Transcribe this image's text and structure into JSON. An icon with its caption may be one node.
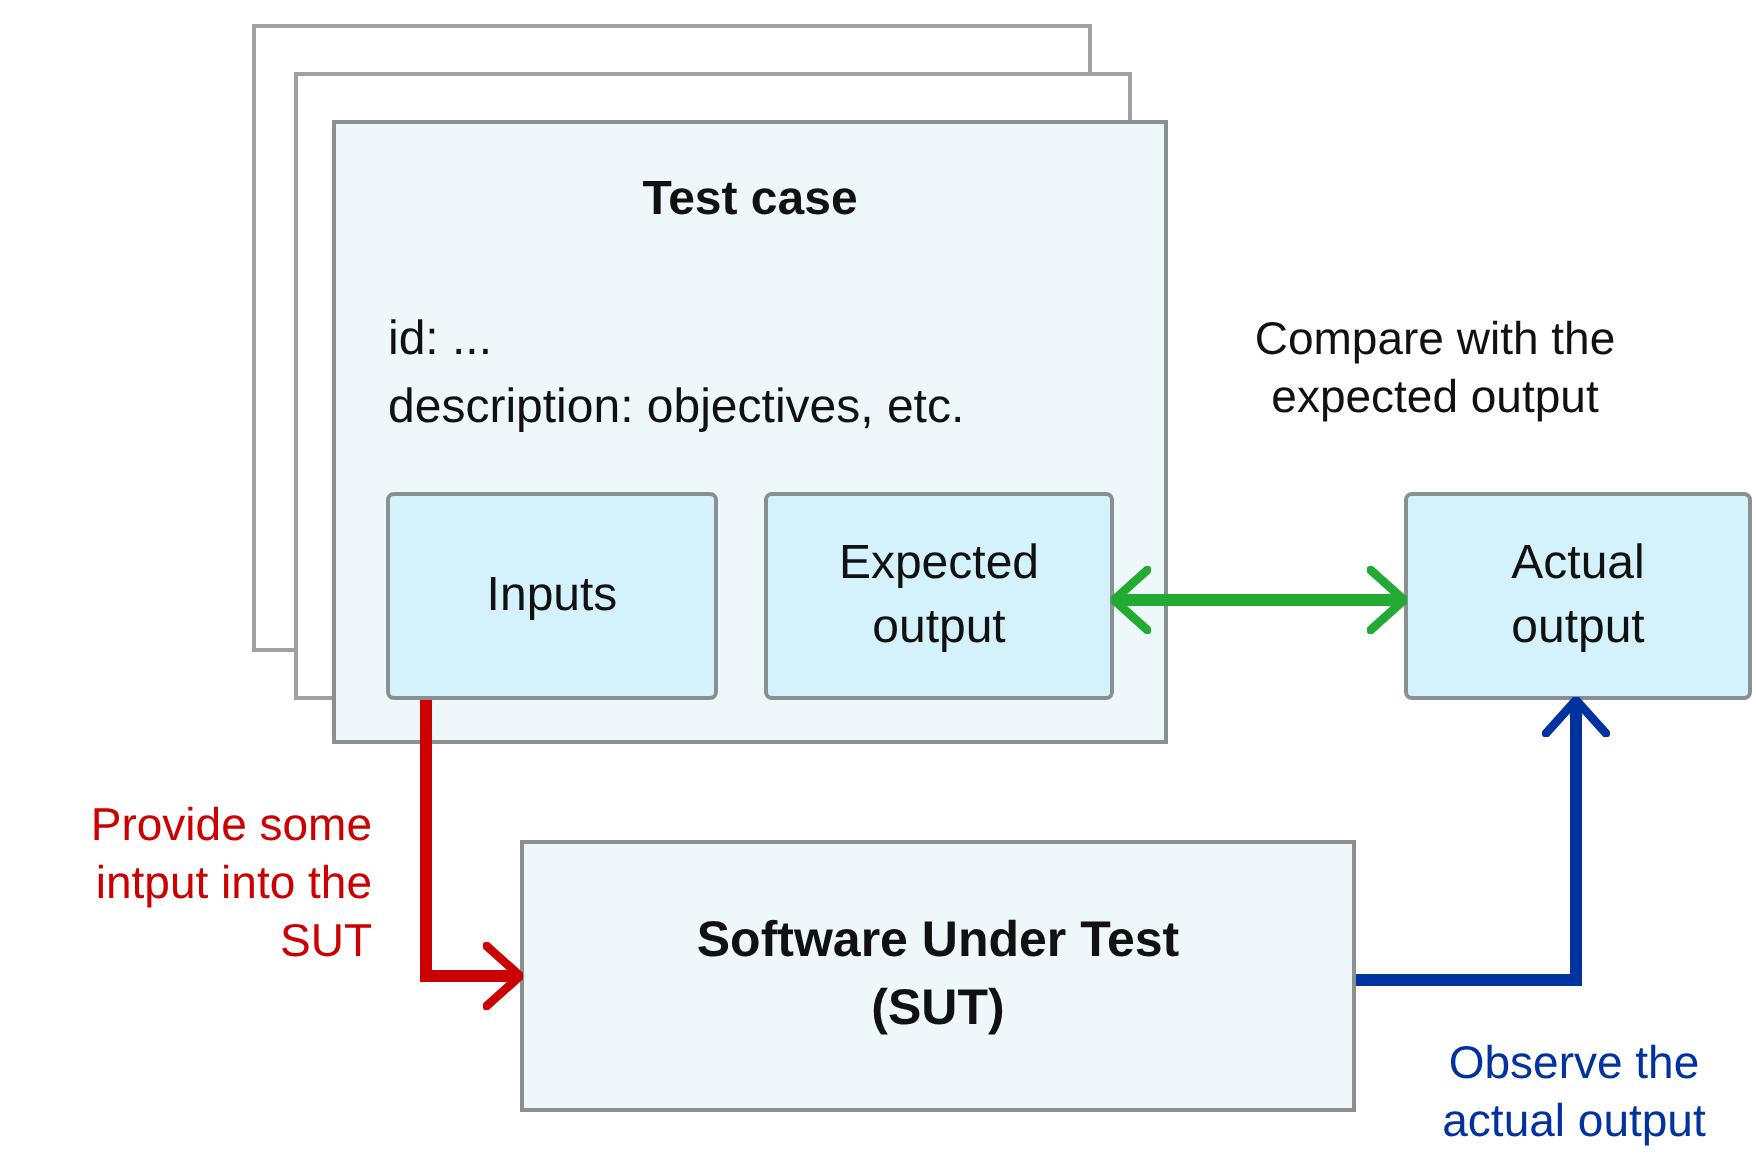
{
  "diagram": {
    "nodes": [
      {
        "text": [
          "Test case",
          "id: ...",
          "description: objectives, etc."
        ]
      },
      {
        "text": [
          "Inputs"
        ],
        "in": 0
      },
      {
        "text": [
          "Expected output"
        ],
        "in": 0
      },
      {
        "text": [
          "Actual output"
        ]
      },
      {
        "text": [
          "Software Under Test (SUT)"
        ]
      }
    ],
    "edges": [
      {
        "from": 1,
        "to": 4,
        "arrow": "to",
        "label": "Provide some intput into the SUT",
        "color": "#cc0000"
      },
      {
        "from": 2,
        "to": 3,
        "arrow": "both",
        "label": "Compare with the expected output",
        "color": "#22aa33"
      },
      {
        "from": 4,
        "to": 3,
        "arrow": "to",
        "label": "Observe the actual output",
        "color": "#0033a0"
      }
    ]
  }
}
